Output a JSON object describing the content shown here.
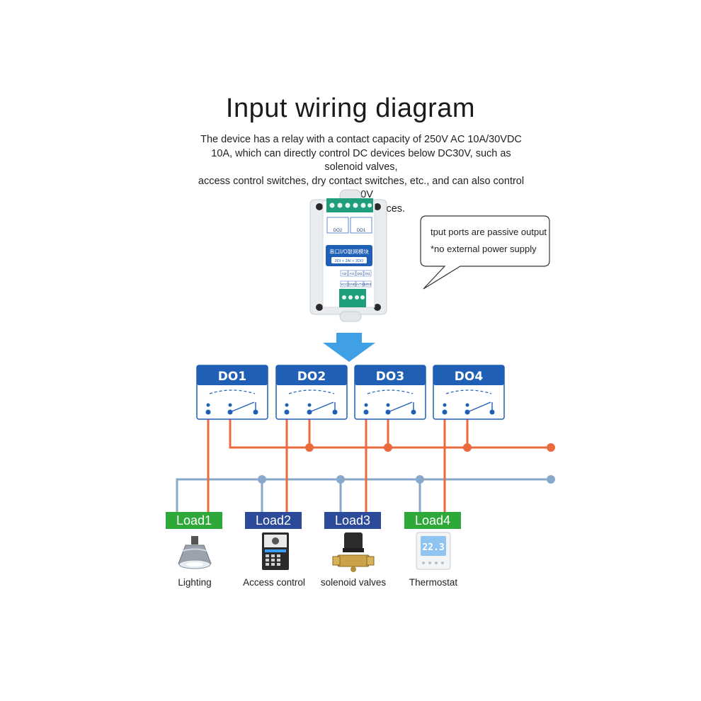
{
  "title": "Input wiring diagram",
  "description_lines": [
    "The device has a relay with a contact capacity of 250V AC 10A/30VDC",
    "10A, which can directly control DC devices below DC30V, such as solenoid valves,",
    "access control switches, dry contact switches, etc., and can also control 220V",
    "household devices."
  ],
  "callout": {
    "line1": "tput ports are passive output",
    "line2": "*no external power supply"
  },
  "module": {
    "top_labels": [
      "DO2",
      "DO1"
    ],
    "name": "串口I/O联网模块",
    "spec": "2DI + 2AI + 2DO",
    "terminal_labels_top": [
      "AI2",
      "AI1",
      "DI2",
      "DI1"
    ],
    "terminal_labels_bottom": [
      "VCC",
      "GND",
      "A/TX",
      "B/RX"
    ]
  },
  "outputs": [
    "DO1",
    "DO2",
    "DO3",
    "DO4"
  ],
  "loads": [
    {
      "label": "Load1",
      "caption": "Lighting",
      "color": "#2fa83a",
      "icon": "lamp-icon"
    },
    {
      "label": "Load2",
      "caption": "Access control",
      "color": "#2b4a9a",
      "icon": "access-panel-icon"
    },
    {
      "label": "Load3",
      "caption": "solenoid valves",
      "color": "#2b4a9a",
      "icon": "valve-icon"
    },
    {
      "label": "Load4",
      "caption": "Thermostat",
      "color": "#2fa83a",
      "icon": "thermostat-icon"
    }
  ],
  "thermostat_display": "22.3",
  "colors": {
    "do_header": "#1f5fb5",
    "wire_orange": "#ea6a3c",
    "wire_blue": "#88a9c9",
    "arrow": "#3fa0e6"
  }
}
